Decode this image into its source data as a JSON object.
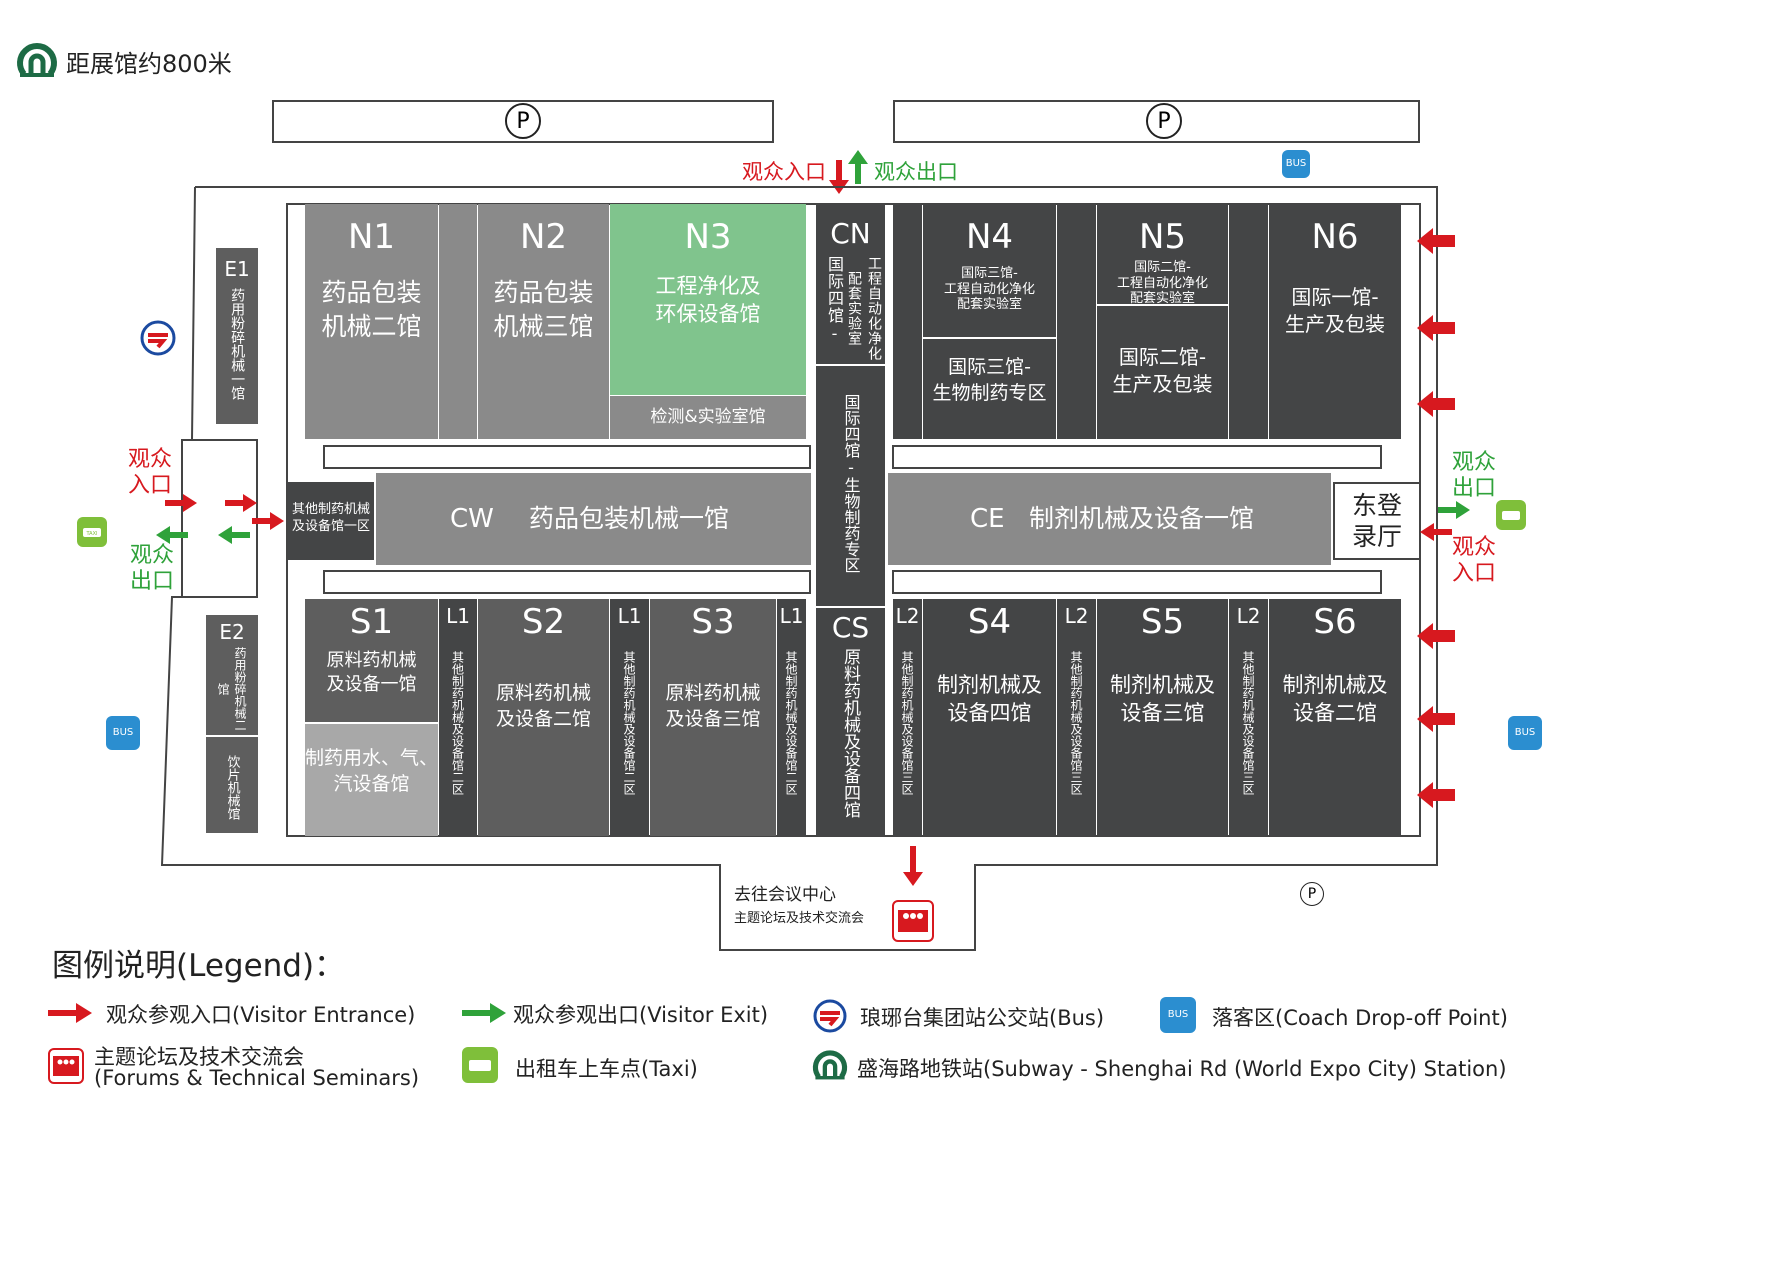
{
  "subway_note": "距展馆约800米",
  "parking": [
    "P",
    "P",
    "P"
  ],
  "top_entry": {
    "entrance": "观众入口",
    "exit": "观众出口"
  },
  "west": {
    "entrance": "观众\n入口",
    "exit": "观众\n出口"
  },
  "east": {
    "entrance": "观众\n入口",
    "exit": "观众\n出口"
  },
  "halls": {
    "N1": {
      "code": "N1",
      "name": "药品包装\n机械二馆"
    },
    "N2": {
      "code": "N2",
      "name": "药品包装\n机械三馆"
    },
    "N3": {
      "code": "N3",
      "name": "工程净化及\n环保设备馆",
      "sub": "检测&实验室馆"
    },
    "CN": {
      "code": "CN",
      "name": "国际四馆-",
      "sub": "工程自动化净化配套实验室"
    },
    "CC": {
      "name": "国际四馆-生物制药专区"
    },
    "N4": {
      "code": "N4",
      "name": "国际三馆-\n工程自动化净化\n配套实验室",
      "sub": "国际三馆-\n生物制药专区"
    },
    "N5": {
      "code": "N5",
      "name": "国际二馆-\n工程自动化净化\n配套实验室",
      "sub": "国际二馆-\n生产及包装"
    },
    "N6": {
      "code": "N6",
      "name": "国际一馆-\n生产及包装"
    },
    "CW": {
      "code": "CW",
      "name": "药品包装机械一馆",
      "side": "其他制药机械\n及设备馆一区"
    },
    "CE": {
      "code": "CE",
      "name": "制剂机械及设备一馆",
      "side": "东登\n录厅"
    },
    "S1": {
      "code": "S1",
      "name": "原料药机械\n及设备一馆",
      "sub": "制药用水、气、\n汽设备馆"
    },
    "S2": {
      "code": "S2",
      "name": "原料药机械\n及设备二馆"
    },
    "S3": {
      "code": "S3",
      "name": "原料药机械\n及设备三馆"
    },
    "CS": {
      "code": "CS",
      "name": "原料药机械及设备四馆"
    },
    "S4": {
      "code": "S4",
      "name": "制剂机械及\n设备四馆"
    },
    "S5": {
      "code": "S5",
      "name": "制剂机械及\n设备三馆"
    },
    "S6": {
      "code": "S6",
      "name": "制剂机械及\n设备二馆"
    },
    "L1": {
      "code": "L1",
      "name": "其他制药机械及设备馆二区"
    },
    "L2": {
      "code": "L2",
      "name": "其他制药机械及设备馆三区"
    },
    "E1": {
      "code": "E1",
      "name": "药用粉碎机械一馆"
    },
    "E2": {
      "code": "E2",
      "name": "药用粉碎机械二馆",
      "sub": "饮片机械馆"
    }
  },
  "conference": {
    "title": "去往会议中心",
    "sub": "主题论坛及技术交流会"
  },
  "legend": {
    "title": "图例说明(Legend)：",
    "entrance": "观众参观入口(Visitor Entrance)",
    "exit": "观众参观出口(Visitor Exit)",
    "bus": "琅琊台集团站公交站(Bus)",
    "coach": "落客区(Coach Drop-off Point)",
    "forum1": "主题论坛及技术交流会",
    "forum2": "(Forums & Technical Seminars)",
    "taxi": "出租车上车点(Taxi)",
    "subway": "盛海路地铁站(Subway - Shenghai Rd (World Expo City) Station)"
  },
  "icons": {
    "bus_label": "BUS",
    "taxi_label": "TAXI"
  },
  "colors": {
    "entrance": "#d7191f",
    "exit": "#2fa23a",
    "green_hall": "#80c48d",
    "dark": "#444546",
    "subway": "#1d6b45",
    "bus": "#2b8ed0"
  }
}
